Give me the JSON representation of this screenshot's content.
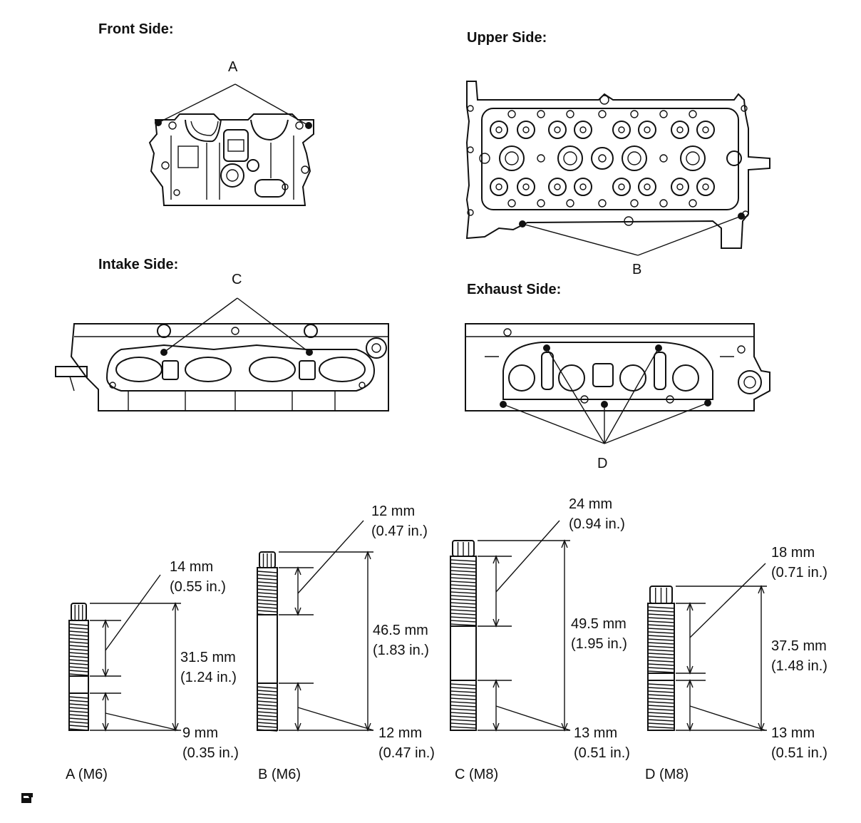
{
  "views": {
    "front_title": "Front Side:",
    "upper_title": "Upper Side:",
    "intake_title": "Intake Side:",
    "exhaust_title": "Exhaust Side:"
  },
  "callouts": {
    "a": "A",
    "b": "B",
    "c": "C",
    "d": "D"
  },
  "studs": [
    {
      "name": "A (M6)",
      "top_mm": "14 mm",
      "top_in": "(0.55 in.)",
      "total_mm": "31.5 mm",
      "total_in": "(1.24 in.)",
      "bottom_mm": "9 mm",
      "bottom_in": "(0.35 in.)"
    },
    {
      "name": "B (M6)",
      "top_mm": "12 mm",
      "top_in": "(0.47 in.)",
      "total_mm": "46.5 mm",
      "total_in": "(1.83 in.)",
      "bottom_mm": "12 mm",
      "bottom_in": "(0.47 in.)"
    },
    {
      "name": "C (M8)",
      "top_mm": "24 mm",
      "top_in": "(0.94 in.)",
      "total_mm": "49.5 mm",
      "total_in": "(1.95 in.)",
      "bottom_mm": "13 mm",
      "bottom_in": "(0.51 in.)"
    },
    {
      "name": "D (M8)",
      "top_mm": "18 mm",
      "top_in": "(0.71 in.)",
      "total_mm": "37.5 mm",
      "total_in": "(1.48 in.)",
      "bottom_mm": "13 mm",
      "bottom_in": "(0.51 in.)"
    }
  ],
  "icons": {
    "footer": "manual-reference-icon"
  }
}
